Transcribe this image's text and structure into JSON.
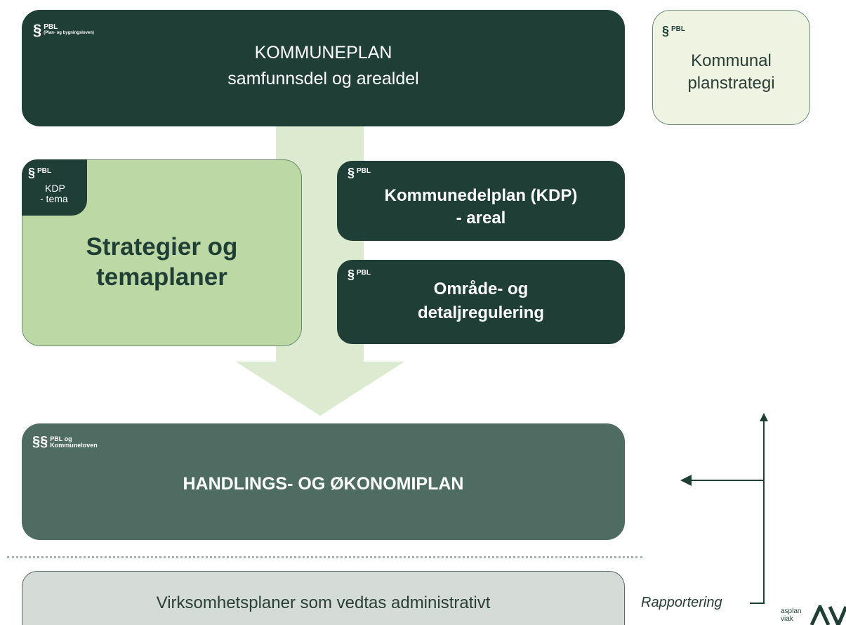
{
  "kommuneplan": {
    "section_mark": "§",
    "law": "PBL",
    "law_full": "(Plan- og bygningsloven)",
    "title": "KOMMUNEPLAN",
    "subtitle": "samfunnsdel og arealdel"
  },
  "planstrategi": {
    "section_mark": "§",
    "law": "PBL",
    "line1": "Kommunal",
    "line2": "planstrategi"
  },
  "strategier": {
    "section_mark": "§",
    "law": "PBL",
    "badge_line1": "KDP",
    "badge_line2": "- tema",
    "line1": "Strategier og",
    "line2": "temaplaner"
  },
  "kdp_areal": {
    "section_mark": "§",
    "law": "PBL",
    "line1": "Kommunedelplan (KDP)",
    "line2": "- areal"
  },
  "regulering": {
    "section_mark": "§",
    "law": "PBL",
    "line1": "Område- og",
    "line2": "detaljregulering"
  },
  "handlingsplan": {
    "section_mark": "§§",
    "law_line1": "PBL og",
    "law_line2": "Kommuneloven",
    "title": "HANDLINGS- OG ØKONOMIPLAN"
  },
  "virksomhetsplaner": {
    "label": "Virksomhetsplaner som vedtas administrativt"
  },
  "rapportering": {
    "label": "Rapportering"
  },
  "logo": {
    "line1": "asplan",
    "line2": "viak"
  },
  "colors": {
    "dark_green": "#1f3e35",
    "mid_green": "#4f6c62",
    "light_green": "#bcd9a5",
    "pale_green": "#eef3e2",
    "arrow_green": "#dcebcf",
    "grey": "#d5dcd8"
  }
}
